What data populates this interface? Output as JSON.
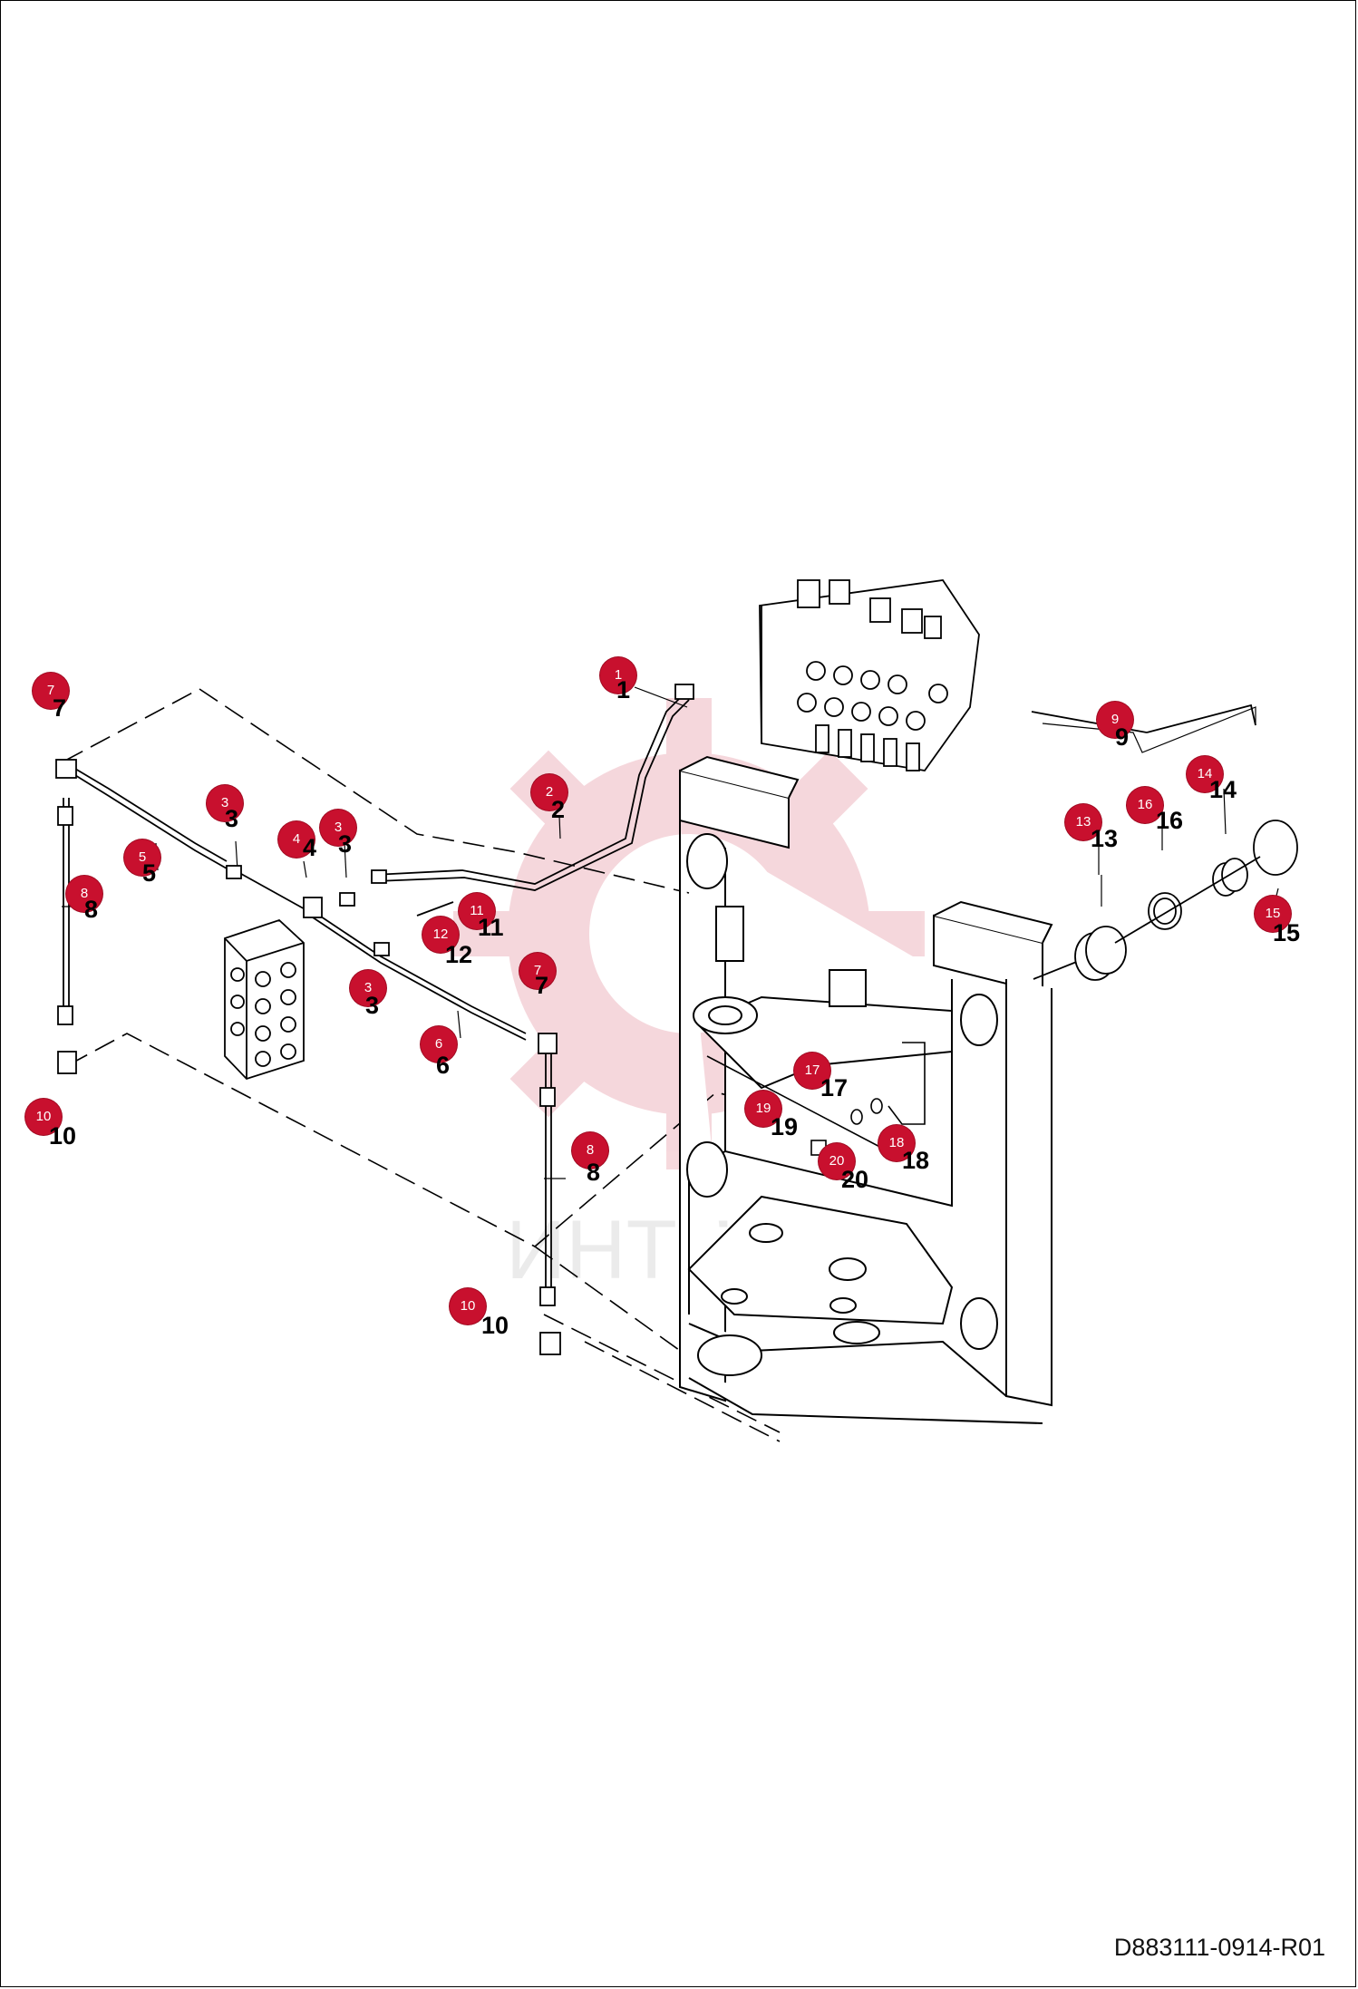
{
  "drawing_id": "D883111-0914-R01",
  "watermark": {
    "text": "ИНТЕХ",
    "color": "#c8102e"
  },
  "colors": {
    "badge": "#c8102e",
    "line": "#000000",
    "background": "#ffffff"
  },
  "callouts": [
    {
      "number": "1",
      "badge": "1",
      "label": "1"
    },
    {
      "number": "2",
      "badge": "2",
      "label": "2"
    },
    {
      "number": "3",
      "badge": "3",
      "label": "3"
    },
    {
      "number": "3",
      "badge": "3",
      "label": "3"
    },
    {
      "number": "3",
      "badge": "3",
      "label": "3"
    },
    {
      "number": "4",
      "badge": "4",
      "label": "4"
    },
    {
      "number": "5",
      "badge": "5",
      "label": "5"
    },
    {
      "number": "6",
      "badge": "6",
      "label": "6"
    },
    {
      "number": "7",
      "badge": "7",
      "label": "7"
    },
    {
      "number": "7",
      "badge": "7",
      "label": "7"
    },
    {
      "number": "8",
      "badge": "8",
      "label": "8"
    },
    {
      "number": "8",
      "badge": "8",
      "label": "8"
    },
    {
      "number": "9",
      "badge": "9",
      "label": "9"
    },
    {
      "number": "10",
      "badge": "10",
      "label": "10"
    },
    {
      "number": "10",
      "badge": "10",
      "label": "10"
    },
    {
      "number": "11",
      "badge": "11",
      "label": "11"
    },
    {
      "number": "12",
      "badge": "12",
      "label": "12"
    },
    {
      "number": "13",
      "badge": "13",
      "label": "13"
    },
    {
      "number": "14",
      "badge": "14",
      "label": "14"
    },
    {
      "number": "15",
      "badge": "15",
      "label": "15"
    },
    {
      "number": "16",
      "badge": "16",
      "label": "16"
    },
    {
      "number": "17",
      "badge": "17",
      "label": "17"
    },
    {
      "number": "18",
      "badge": "18",
      "label": "18"
    },
    {
      "number": "19",
      "badge": "19",
      "label": "19"
    },
    {
      "number": "20",
      "badge": "20",
      "label": "20"
    }
  ]
}
